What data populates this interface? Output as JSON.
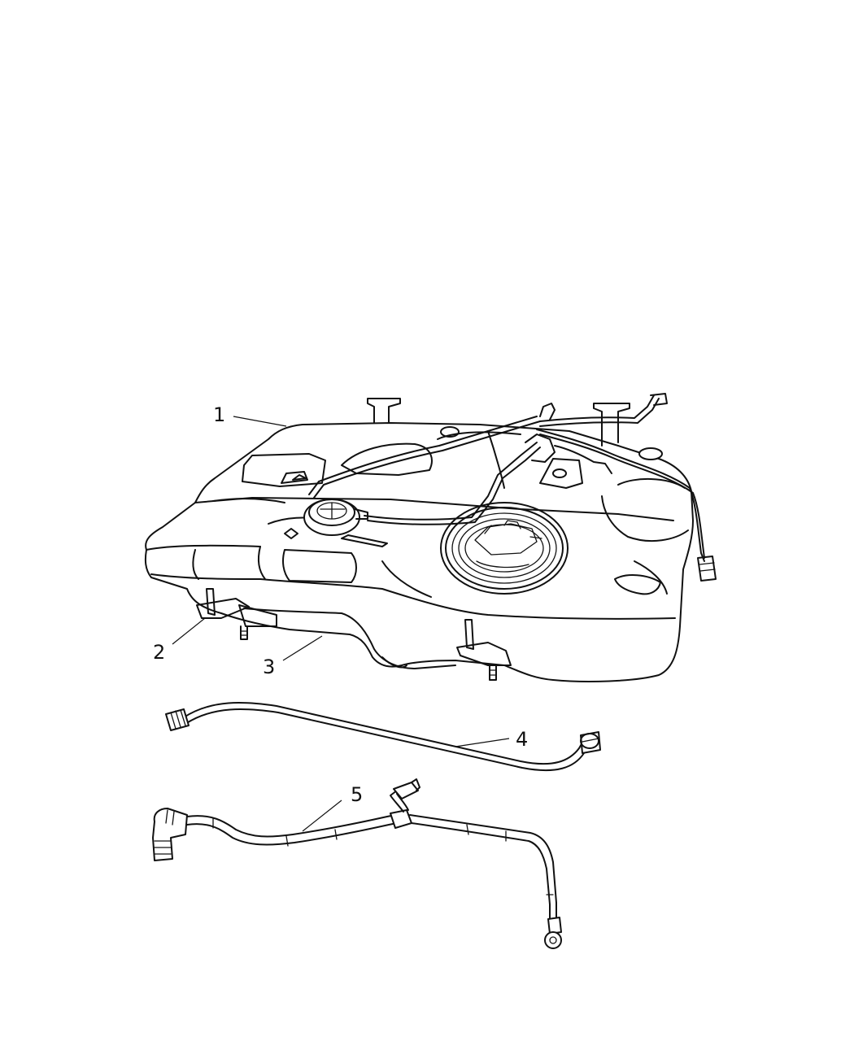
{
  "callouts": [
    {
      "id": "1",
      "label": "1",
      "part": "fuel-tank"
    },
    {
      "id": "2",
      "label": "2",
      "part": "tank-strap-bracket"
    },
    {
      "id": "3",
      "label": "3",
      "part": "tank-shield"
    },
    {
      "id": "4",
      "label": "4",
      "part": "fuel-supply-tube"
    },
    {
      "id": "5",
      "label": "5",
      "part": "vapor-tube-assembly"
    }
  ],
  "colors": {
    "line": "#111111",
    "background": "#ffffff"
  }
}
